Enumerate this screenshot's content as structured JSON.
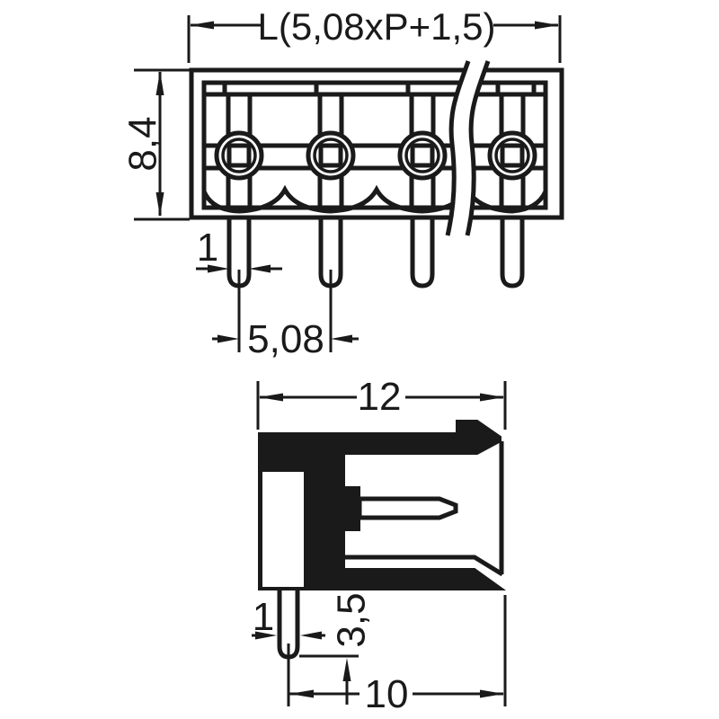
{
  "drawing": {
    "colors": {
      "line": "#1a1a1a",
      "background": "#ffffff"
    },
    "front_view": {
      "pins_visible": 4,
      "dims": {
        "overall_length": "L(5,08xP+1,5)",
        "body_height": "8,4",
        "pin_width": "1",
        "pin_pitch": "5,08"
      }
    },
    "side_view": {
      "dims": {
        "body_width": "12",
        "pin_width": "1",
        "pin_protrusion": "3,5",
        "pin_to_face": "10"
      }
    }
  }
}
